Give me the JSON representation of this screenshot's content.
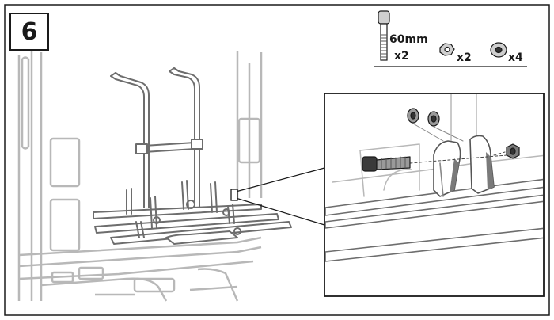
{
  "step": {
    "number": "6"
  },
  "hardware": {
    "bolt": {
      "length": "60mm",
      "qty": "x2",
      "icon": "bolt-icon"
    },
    "nut": {
      "qty": "x2",
      "icon": "nut-icon"
    },
    "washer": {
      "qty": "x4",
      "icon": "washer-icon"
    }
  },
  "colors": {
    "line": "#1a1a1a",
    "body": "#b8b8b8",
    "rack": "#6d6d6d",
    "bg": "#ffffff"
  }
}
